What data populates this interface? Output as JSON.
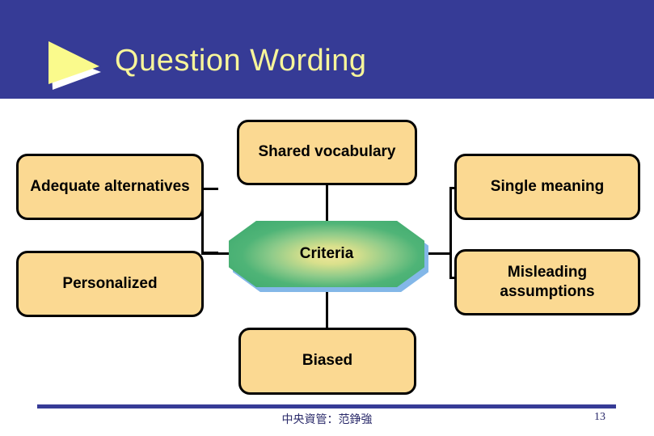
{
  "header": {
    "title": "Question Wording",
    "background_color": "#363B96",
    "title_color": "#F7F59A",
    "arrow_icon": "play-triangle-icon",
    "arrow_fill": "#FAFA8C",
    "arrow_shadow": "#FFFFFF"
  },
  "diagram": {
    "type": "concept-map",
    "center_node": {
      "label": "Criteria",
      "shape": "octagon",
      "fill_gradient_center": "#F0E79B",
      "fill_gradient_edge": "#45AE72",
      "shadow_color": "#83B7E8"
    },
    "node_fill": "#FBD992",
    "node_border": "#000000",
    "nodes": [
      {
        "id": "adequate",
        "label": "Adequate alternatives",
        "position": "left-top"
      },
      {
        "id": "personalized",
        "label": "Personalized",
        "position": "left-bottom"
      },
      {
        "id": "shared",
        "label": "Shared vocabulary",
        "position": "top-center"
      },
      {
        "id": "biased",
        "label": "Biased",
        "position": "bottom-center"
      },
      {
        "id": "single",
        "label": "Single meaning",
        "position": "right-top"
      },
      {
        "id": "misleading",
        "label": "Misleading assumptions",
        "position": "right-bottom"
      }
    ]
  },
  "footer": {
    "author_line": "中央資管：范錚強",
    "page_number": "13",
    "rule_color": "#363B96"
  }
}
